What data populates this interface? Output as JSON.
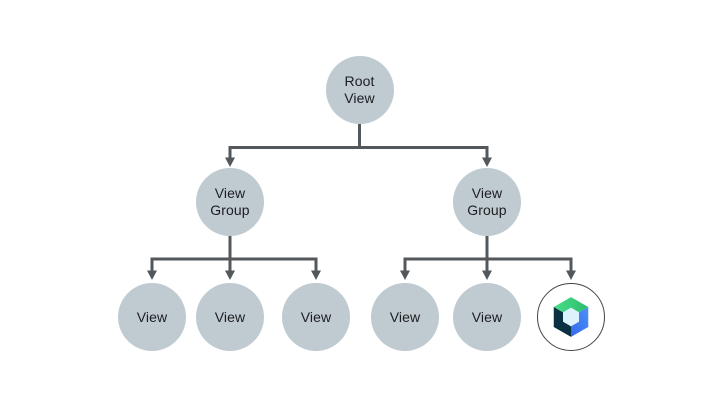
{
  "diagram": {
    "title": "view-hierarchy-tree",
    "colors": {
      "background": "#ffffff",
      "node_fill": "#c0cad1",
      "connector": "#53585c",
      "text": "#1c1e20",
      "compose_ring": "#40454a"
    },
    "nodes": [
      {
        "id": "root-view",
        "lines": [
          "Root",
          "View"
        ]
      },
      {
        "id": "view-group-left",
        "lines": [
          "View",
          "Group"
        ]
      },
      {
        "id": "view-group-right",
        "lines": [
          "View",
          "Group"
        ]
      },
      {
        "id": "view-1",
        "lines": [
          "View"
        ]
      },
      {
        "id": "view-2",
        "lines": [
          "View"
        ]
      },
      {
        "id": "view-3",
        "lines": [
          "View"
        ]
      },
      {
        "id": "view-4",
        "lines": [
          "View"
        ]
      },
      {
        "id": "view-5",
        "lines": [
          "View"
        ]
      },
      {
        "id": "compose-node",
        "icon": "jetpack-compose-logo"
      }
    ],
    "edges": [
      {
        "from": "root-view",
        "to": [
          "view-group-left",
          "view-group-right"
        ]
      },
      {
        "from": "view-group-left",
        "to": [
          "view-1",
          "view-2",
          "view-3"
        ]
      },
      {
        "from": "view-group-right",
        "to": [
          "view-4",
          "view-5",
          "compose-node"
        ]
      }
    ],
    "logo_colors": {
      "green_light": "#4ade88",
      "green_dark": "#2bbd6d",
      "blue_light": "#4b90f7",
      "blue_dark": "#3569ec",
      "navy": "#0b3042",
      "inner": "#ddf2fd"
    }
  }
}
